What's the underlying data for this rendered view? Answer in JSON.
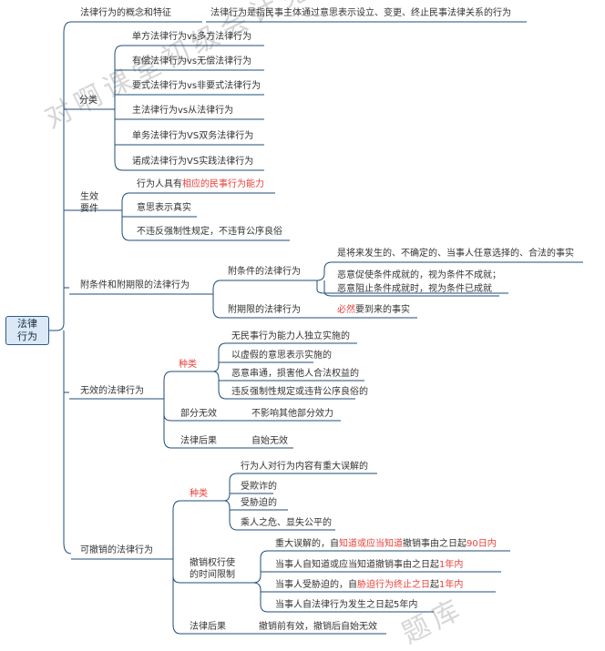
{
  "root": {
    "line1": "法律",
    "line2": "行为"
  },
  "watermark": {
    "main": "对啊课堂初级会计免费视频题库",
    "bottom": "题库"
  },
  "b1": {
    "label": "法律行为的概念和特征",
    "desc": "法律行为是指民事主体通过意思表示设立、变更、终止民事法律关系的行为"
  },
  "b2": {
    "label": "分类",
    "items": [
      "单方法律行为vs多方法律行为",
      "有偿法律行为vs无偿法律行为",
      "要式法律行为vs非要式法律行为",
      "主法律行为vs从法律行为",
      "单务法律行为VS双务法律行为",
      "诺成法律行为VS实践法律行为"
    ]
  },
  "b3": {
    "label_line1": "生效",
    "label_line2": "要件",
    "item1_a": "行为人具有",
    "item1_b": "相应的民事行为能力",
    "item2": "意思表示真实",
    "item3": "不违反强制性规定，不违背公序良俗"
  },
  "b4": {
    "label": "附条件和附期限的法律行为",
    "cond_label": "附条件的法律行为",
    "cond_items": [
      "是将来发生的、不确定的、当事人任意选择的、合法的事实",
      "恶意促使条件成就的，视为条件不成就；",
      "恶意阻止条件成就时，视为条件已成就"
    ],
    "term_label": "附期限的法律行为",
    "term_a": "必然",
    "term_b": "要到来的事实"
  },
  "b5": {
    "label": "无效的法律行为",
    "types_label": "种类",
    "types": [
      "无民事行为能力人独立实施的",
      "以虚假的意思表示实施的",
      "恶意串通，损害他人合法权益的",
      "违反强制性规定或违背公序良俗的"
    ],
    "partial_label": "部分无效",
    "partial_desc": "不影响其他部分效力",
    "result_label": "法律后果",
    "result_desc": "自始无效"
  },
  "b6": {
    "label": "可撤销的法律行为",
    "types_label": "种类",
    "types": [
      "行为人对行为内容有重大误解的",
      "受欺诈的",
      "受胁迫的",
      "乘人之危、显失公平的"
    ],
    "limit_line1": "撤销权行使",
    "limit_line2": "的时间限制",
    "l1_a": "重大误解的，自",
    "l1_b": "知道或应当知道",
    "l1_c": "撤销事由之日起",
    "l1_d": "90日内",
    "l2_a": "当事人自知道或应当知道撤销事由之日起",
    "l2_b": "1年内",
    "l3_a": "当事人受胁迫的，自",
    "l3_b": "胁迫行为终止之日",
    "l3_c": "起",
    "l3_d": "1年内",
    "l4": "当事人自法律行为发生之日起5年内",
    "result_label": "法律后果",
    "result_desc": "撤销前有效，撤销后自始无效"
  },
  "colors": {
    "line": "#1f4e79",
    "highlight": "#e8413a",
    "root_fill": "#dbe9f7"
  }
}
